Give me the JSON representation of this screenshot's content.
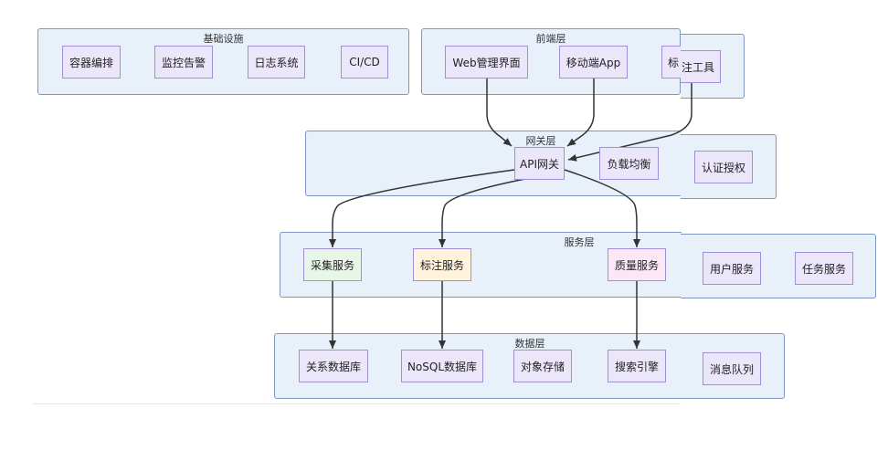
{
  "clusters": {
    "infra": "基础设施",
    "frontend": "前端层",
    "gateway": "网关层",
    "service": "服务层",
    "data": "数据层"
  },
  "nodes": {
    "container": "容器编排",
    "monitor": "监控告警",
    "log": "日志系统",
    "cicd": "CI/CD",
    "web": "Web管理界面",
    "mobile": "移动端App",
    "tool_left": "标",
    "tool_right": "注工具",
    "api_gateway": "API网关",
    "load_balance": "负载均衡",
    "auth": "认证授权",
    "collect": "采集服务",
    "annotate": "标注服务",
    "quality": "质量服务",
    "user": "用户服务",
    "task": "任务服务",
    "relational_db": "关系数据库",
    "nosql_db": "NoSQL数据库",
    "object_storage": "对象存储",
    "search_engine": "搜索引擎",
    "message_queue": "消息队列"
  },
  "colors": {
    "cluster_fill": "#e8f0fa",
    "cluster_border": "#7f96c0",
    "node_fill": "#ece6fb",
    "node_border": "#9f8fd6",
    "collect_fill": "#e7f6e7",
    "annotate_fill": "#fff3dd",
    "quality_fill": "#fbe7f6",
    "edge": "#333333"
  }
}
